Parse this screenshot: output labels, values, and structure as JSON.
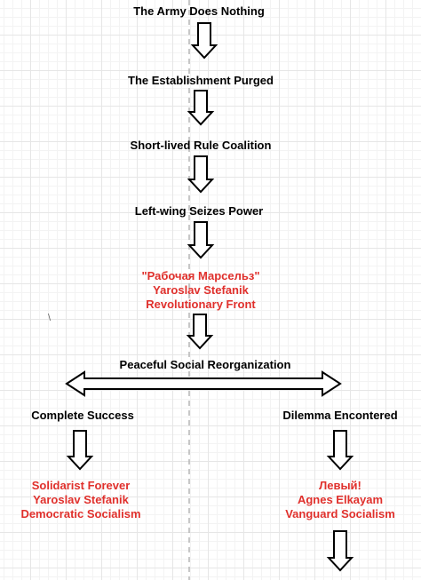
{
  "colors": {
    "text": "#000000",
    "accent_red": "#e0302c",
    "arrow_stroke": "#000000",
    "arrow_fill": "#ffffff",
    "guide_line": "#b5b5b5"
  },
  "icons": [
    "down-arrow-icon",
    "double-headed-arrow-icon"
  ],
  "nodes": {
    "army": "The Army Does Nothing",
    "establishment": "The Establishment Purged",
    "coalition": "Short-lived Rule Coalition",
    "leftwing": "Left-wing Seizes Power",
    "front": [
      "\"Рабочая Марсельз\"",
      "Yaroslav Stefanik",
      "Revolutionary Front"
    ],
    "peaceful": "Peaceful Social Reorganization",
    "success": "Complete Success",
    "dilemma": "Dilemma Encontered",
    "solidarist": [
      "Solidarist Forever",
      "Yaroslav Stefanik",
      "Democratic Socialism"
    ],
    "vanguard": [
      "Левый!",
      "Agnes Elkayam",
      "Vanguard Socialism"
    ],
    "stray_mark": "\\"
  }
}
